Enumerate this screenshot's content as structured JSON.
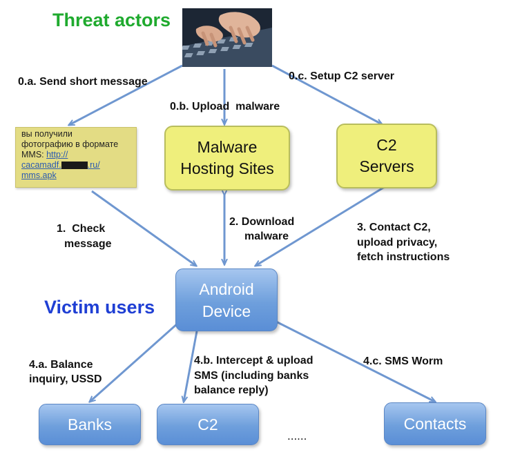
{
  "threat_actors": "Threat actors",
  "victim_users": "Victim users",
  "nodes": {
    "malware_hosting": [
      "Malware",
      "Hosting Sites"
    ],
    "c2_servers": [
      "C2",
      "Servers"
    ],
    "android": [
      "Android",
      "Device"
    ],
    "banks": "Banks",
    "c2": "C2",
    "contacts": "Contacts",
    "ellipsis": "......"
  },
  "sms_message": {
    "line1": "вы получили",
    "line2": "фотографию в формате",
    "line3_prefix": "MMS: ",
    "line3_link": "http://",
    "line4_a": "cacamadf.",
    "line4_b": ".ru/",
    "line5": "mms.apk"
  },
  "edges": {
    "e0a": "0.a. Send short message",
    "e0b": "0.b. Upload  malware",
    "e0c": "0.c. Setup C2 server",
    "e1": [
      "1.  Check",
      "message"
    ],
    "e2": [
      "2. Download",
      "malware"
    ],
    "e3": [
      "3. Contact C2,",
      "upload privacy,",
      "fetch instructions"
    ],
    "e4a": [
      "4.a. Balance",
      "inquiry, USSD"
    ],
    "e4b": [
      "4.b. Intercept & upload",
      "SMS (including banks",
      "balance reply)"
    ],
    "e4c": "4.c. SMS Worm"
  },
  "colors": {
    "threat_title": "#1faa2e",
    "victim_title": "#1f3fd4",
    "arrow": "#6f97d0",
    "yellow_box": "#efef7c",
    "blue_box": "#6e9fdc"
  }
}
